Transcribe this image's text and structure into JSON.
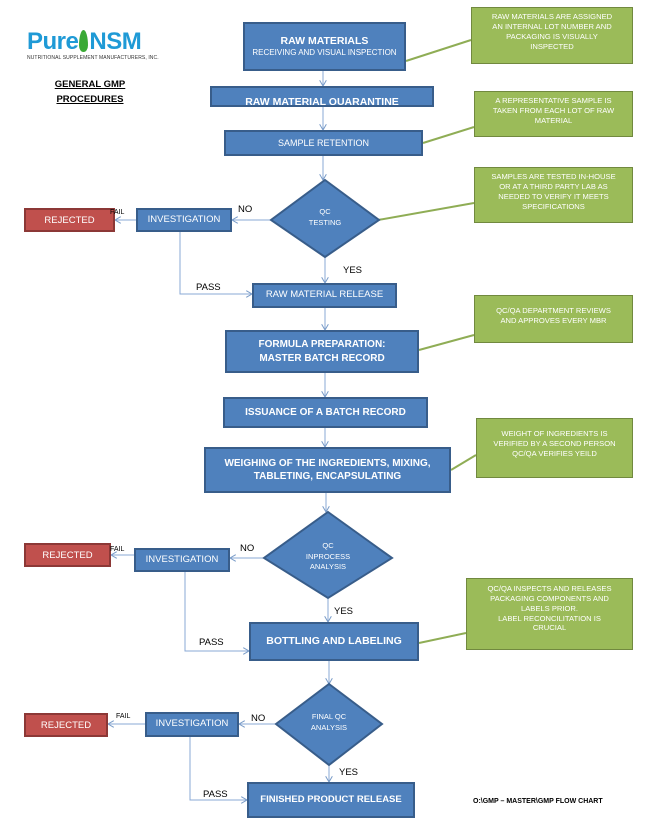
{
  "logo": {
    "brand_pure": "Pure",
    "brand_nsm": "NSM",
    "subtitle": "NUTRITIONAL SUPPLEMENT MANUFACTURERS, INC."
  },
  "title": {
    "line1": "GENERAL GMP",
    "line2": "PROCEDURES"
  },
  "steps": {
    "raw_materials": {
      "line1": "RAW MATERIALS",
      "line2": "RECEIVING AND VISUAL INSPECTION"
    },
    "quarantine": "RAW MATERIAL QUARANTINE",
    "sample_retention": "SAMPLE RETENTION",
    "raw_material_release": "RAW MATERIAL RELEASE",
    "formula_prep": {
      "line1": "FORMULA PREPARATION:",
      "line2": "MASTER BATCH RECORD"
    },
    "issuance": "ISSUANCE OF A BATCH RECORD",
    "weighing": {
      "line1": "WEIGHING OF THE INGREDIENTS, MIXING,",
      "line2": "TABLETING, ENCAPSULATING"
    },
    "bottling": "BOTTLING AND LABELING",
    "finished": "FINISHED PRODUCT RELEASE"
  },
  "decisions": {
    "qc_testing": {
      "line1": "QC",
      "line2": "TESTING"
    },
    "qc_inprocess": {
      "line1": "QC",
      "line2": "INPROCESS",
      "line3": "ANALYSIS"
    },
    "final_qc": {
      "line1": "FINAL QC",
      "line2": "ANALYSIS"
    }
  },
  "investigation": "INVESTIGATION",
  "rejected": "REJECTED",
  "labels": {
    "no": "NO",
    "yes": "YES",
    "fail": "FAIL",
    "pass": "PASS"
  },
  "notes": {
    "n1": {
      "line1": "RAW MATERIALS ARE ASSIGNED",
      "line2": "AN INTERNAL LOT NUMBER AND",
      "line3": "PACKAGING IS VISUALLY",
      "line4": "INSPECTED"
    },
    "n2": {
      "line1": "A REPRESENTATIVE SAMPLE IS",
      "line2": "TAKEN FROM EACH LOT OF RAW",
      "line3": "MATERIAL"
    },
    "n3": {
      "line1": "SAMPLES ARE TESTED IN-HOUSE",
      "line2": "OR AT A THIRD PARTY LAB AS",
      "line3": "NEEDED TO VERIFY IT MEETS",
      "line4": "SPECIFICATIONS"
    },
    "n4": {
      "line1": "QC/QA DEPARTMENT REVIEWS",
      "line2": "AND APPROVES EVERY MBR"
    },
    "n5": {
      "line1": "WEIGHT OF INGREDIENTS IS",
      "line2": "VERIFIED BY A SECOND PERSON",
      "line3": "QC/QA VERIFIES YEILD"
    },
    "n6": {
      "line1": "QC/QA INSPECTS AND RELEASES",
      "line2": "PACKAGING COMPONENTS AND",
      "line3": "LABELS PRIOR.",
      "line4": "LABEL RECONCILITATION IS",
      "line5": "CRUCIAL"
    }
  },
  "footer": "O:\\GMP – MASTER\\GMP FLOW CHART",
  "colors": {
    "step": "#4f81bd",
    "rejected": "#c0504d",
    "note": "#9bbb59",
    "connector": "#8aa9d6"
  }
}
